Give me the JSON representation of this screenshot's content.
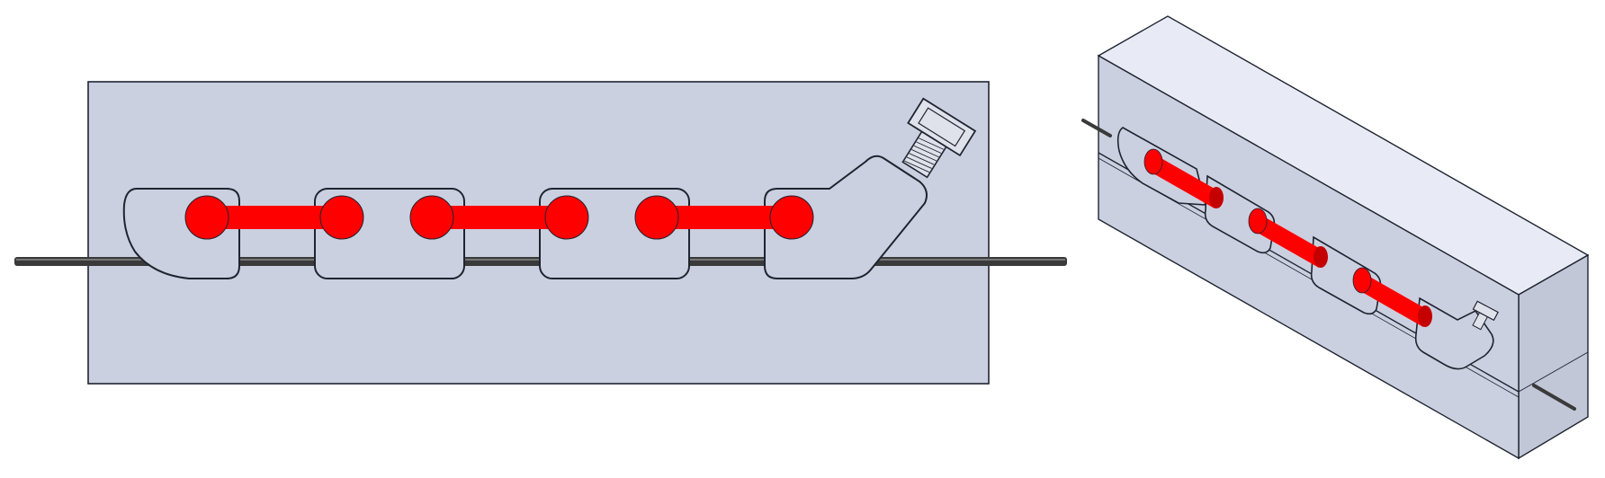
{
  "figure": {
    "views": [
      "front-view",
      "isometric-view"
    ]
  },
  "colors": {
    "background": "#ffffff",
    "block_face": "#cbd0e0",
    "block_top": "#e8ebf5",
    "block_side": "#c2c7d8",
    "outline": "#1f2430",
    "channel_fill": "#ff0000",
    "channel_dark": "#c40000",
    "wire": "#3a3a3a",
    "wire_highlight": "#8a8a8a",
    "bolt_fill": "#dfe2ea"
  },
  "components": {
    "mold_block": "mold-block",
    "cavity_count": 4,
    "red_channel_count": 3,
    "bolt": "clamp-bolt",
    "wire": "wire-rod"
  }
}
